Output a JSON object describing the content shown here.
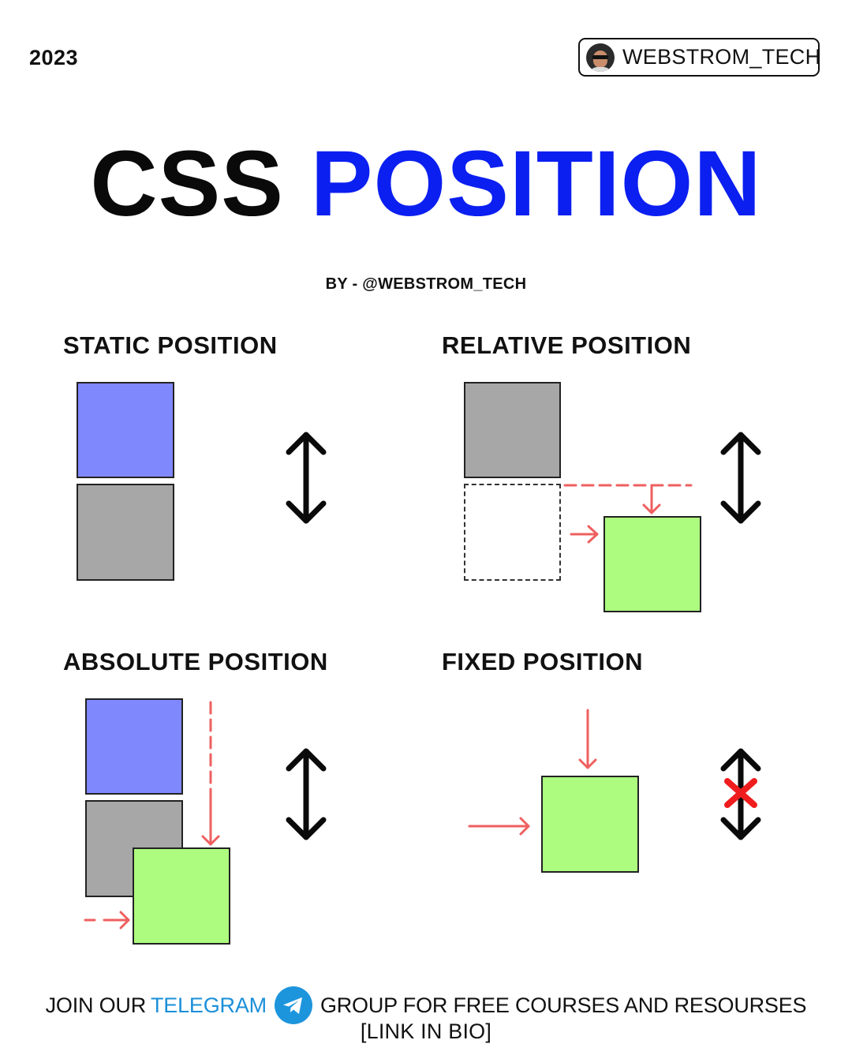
{
  "header": {
    "year": "2023",
    "handle": "WEBSTROM_TECH"
  },
  "title": {
    "part1": "CSS",
    "part2": "POSITION",
    "byline": "BY - @WEBSTROM_TECH"
  },
  "sections": {
    "static": "STATIC POSITION",
    "relative": "RELATIVE POSITION",
    "absolute": "ABSOLUTE POSITION",
    "fixed": "FIXED POSITION"
  },
  "footer": {
    "prefix": "JOIN OUR",
    "telegram": "TELEGRAM",
    "suffix": "GROUP FOR FREE COURSES AND RESOURSES",
    "link": "[LINK IN BIO]"
  },
  "colors": {
    "accent_blue": "#0b1ff0",
    "box_blue": "#8088fd",
    "box_gray": "#a7a7a7",
    "box_green": "#adfc80",
    "arrow_red": "#ef5f5f",
    "telegram": "#1d95dc"
  },
  "icons": [
    "avatar",
    "up-down-arrow-icon",
    "telegram-icon"
  ]
}
